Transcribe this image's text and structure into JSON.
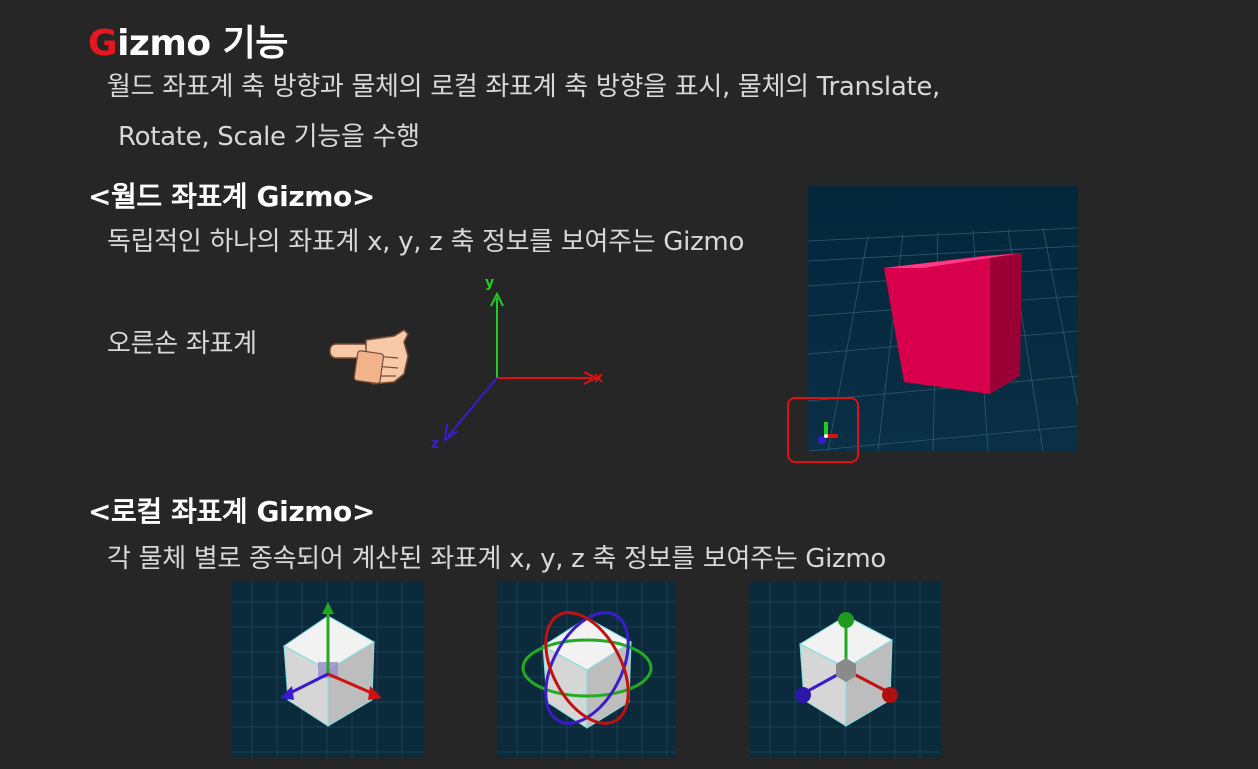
{
  "title": {
    "first_letter": "G",
    "rest": "izmo 기능"
  },
  "intro": {
    "line1": "월드 좌표계 축 방향과 물체의 로컬 좌표계 축 방향을 표시, 물체의 Translate,",
    "line2": "Rotate, Scale 기능을 수행"
  },
  "world": {
    "heading": "<월드 좌표계 Gizmo>",
    "desc": "독립적인 하나의 좌표계 x, y, z 축 정보를 보여주는 Gizmo",
    "handed_label": "오른손 좌표계",
    "axes": {
      "y": "y",
      "x": "x",
      "z": "z"
    }
  },
  "local": {
    "heading": "<로컬 좌표계 Gizmo>",
    "desc": "각 물체 별로 종속되어 계산된 좌표계 x, y, z 축 정보를 보여주는 Gizmo"
  },
  "colors": {
    "x_axis": "#e01010",
    "y_axis": "#22cc22",
    "z_axis": "#3a1ccc",
    "highlight": "#e01010",
    "title_accent": "#e8161e",
    "cube": "#e8005a"
  },
  "icons": [
    "hand-pointing-icon"
  ]
}
